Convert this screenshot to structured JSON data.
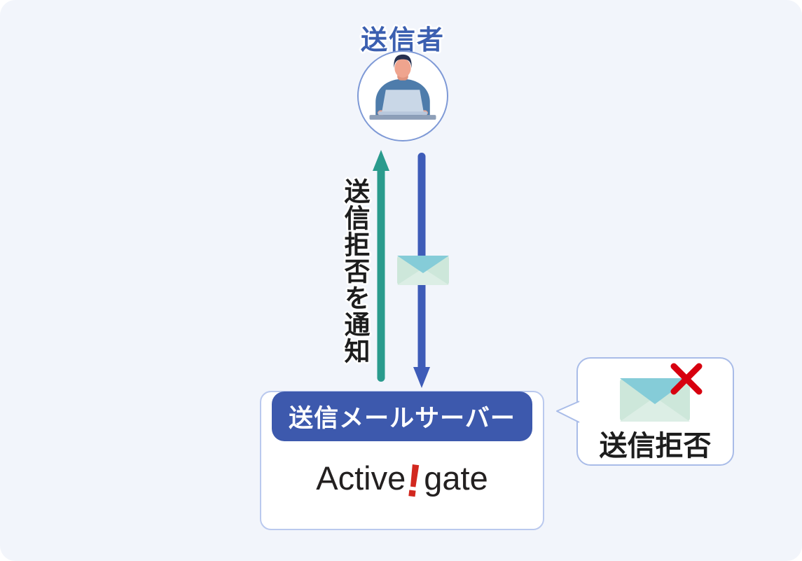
{
  "colors": {
    "background": "#f2f5fb",
    "title_blue": "#3b5fb0",
    "arrow_green": "#2a9b8d",
    "arrow_blue": "#3e5cb8",
    "badge_blue": "#3d59ad",
    "logo_red": "#d2281f",
    "reject_red": "#d7000f",
    "envelope_mint": "#cde7da",
    "envelope_mint_light": "#dceee5",
    "envelope_flap": "#85ccd8",
    "text_black": "#1d1d1d",
    "border_blue": "#a9bce8"
  },
  "icons": {
    "sender_avatar": "person-at-laptop-icon",
    "mail_in_transit": "envelope-icon",
    "rejected_mail": "envelope-with-red-x-icon",
    "up_arrow": "notify-up-arrow",
    "down_arrow": "mail-down-arrow"
  },
  "sender": {
    "label": "送信者"
  },
  "flow": {
    "notify_label": "送信拒否を通知"
  },
  "server": {
    "badge_label": "送信メールサーバー",
    "logo_active": "Active",
    "logo_bang": "!",
    "logo_gate": "gate"
  },
  "bubble": {
    "label": "送信拒否"
  }
}
